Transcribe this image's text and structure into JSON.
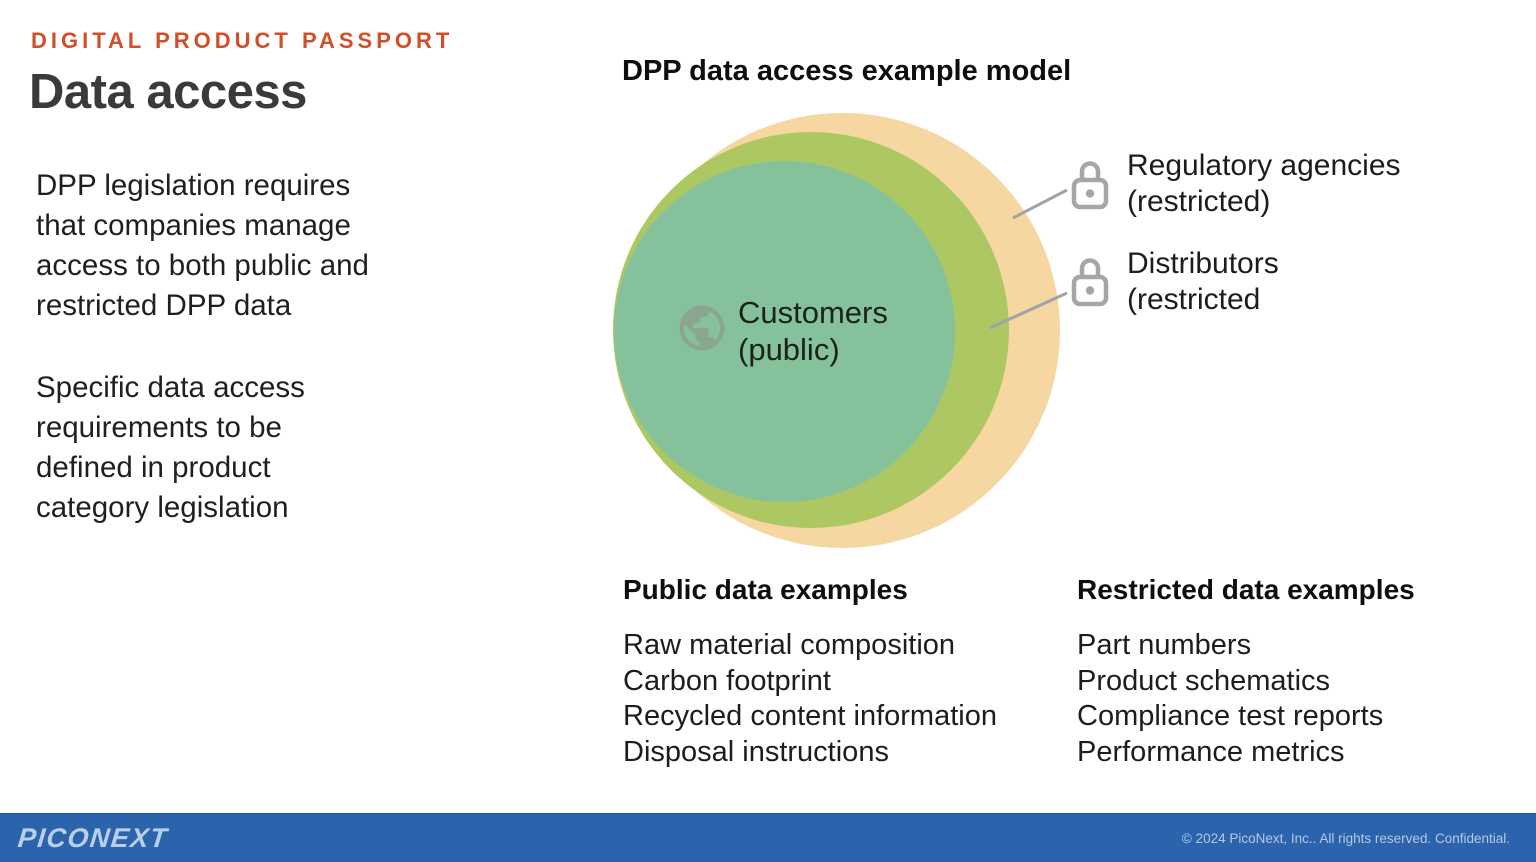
{
  "header": {
    "eyebrow": "DIGITAL PRODUCT PASSPORT",
    "title": "Data access"
  },
  "left_panel": {
    "paragraph1": "DPP legislation requires\nthat companies manage\naccess to both public and\nrestricted DPP data",
    "paragraph2": "Specific data access\nrequirements to be\ndefined in product\ncategory legislation"
  },
  "diagram": {
    "title": "DPP data access example model",
    "center": {
      "label": "Customers\n(public)",
      "icon": "globe-icon"
    },
    "callouts": [
      {
        "label": "Regulatory agencies\n(restricted)",
        "icon": "lock-icon",
        "ring": "outer"
      },
      {
        "label": "Distributors\n(restricted",
        "icon": "lock-icon",
        "ring": "middle"
      }
    ],
    "ring_colors": {
      "outer": "#f6d7a2",
      "middle": "#adc862",
      "inner": "#85c29c"
    },
    "icon_colors": {
      "globe": "#8aa68f",
      "lock": "#a3a7a9",
      "connector": "#9fa3a5"
    }
  },
  "examples": {
    "public": {
      "heading": "Public data examples",
      "items": [
        "Raw material composition",
        "Carbon footprint",
        "Recycled content information",
        "Disposal instructions"
      ]
    },
    "restricted": {
      "heading": "Restricted data examples",
      "items": [
        "Part numbers",
        "Product schematics",
        "Compliance test reports",
        "Performance metrics"
      ]
    }
  },
  "accent_colors": {
    "eyebrow_orange": "#d14e28",
    "footer_blue": "#2b64ad"
  },
  "footer": {
    "logo": "PICONEXT",
    "copyright": "© 2024 PicoNext, Inc.. All rights reserved. Confidential."
  }
}
